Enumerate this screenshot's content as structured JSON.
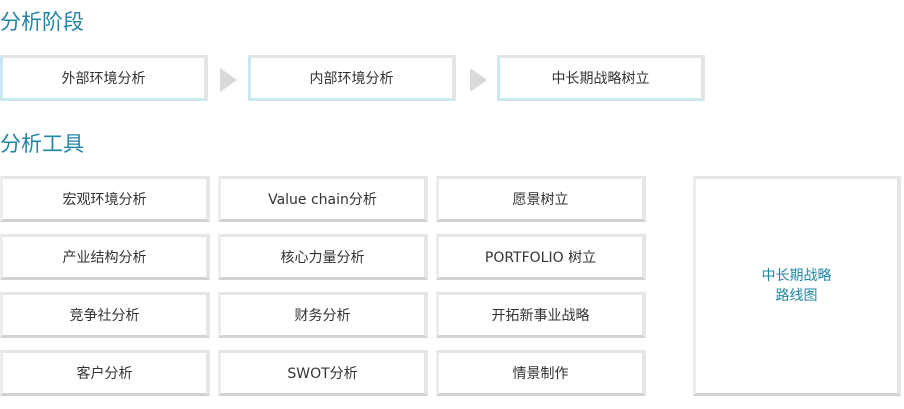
{
  "analysis_stage": {
    "title": "分析阶段",
    "stages": [
      "外部环境分析",
      "内部环境分析",
      "中长期战略树立"
    ]
  },
  "analysis_tools": {
    "title": "分析工具",
    "columns": [
      [
        "宏观环境分析",
        "产业结构分析",
        "竞争社分析",
        "客户分析"
      ],
      [
        "Value chain分析",
        "核心力量分析",
        "财务分析",
        "SWOT分析"
      ],
      [
        "愿景树立",
        "PORTFOLIO 树立",
        "开拓新事业战略",
        "情景制作"
      ]
    ],
    "roadmap": [
      "中长期战略",
      "路线图"
    ]
  },
  "colors": {
    "accent": "#1f86a6",
    "text": "#333333",
    "arrow": "#d9d9d9"
  }
}
